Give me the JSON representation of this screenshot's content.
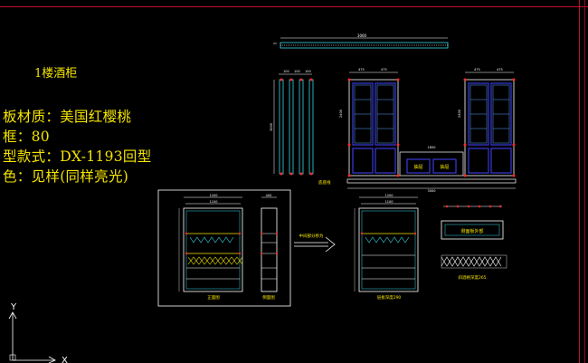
{
  "spec": {
    "title": "1楼酒柜",
    "lines": [
      "板材质：美国红樱桃",
      "框：80",
      "型款式：DX-1193回型",
      "色：见样(同样亮光)"
    ]
  },
  "drawing": {
    "top_dim": "3000",
    "side_dim": "3000",
    "cab_upper_widths": [
      "475",
      "475"
    ],
    "cab_height": "2400",
    "center_dim": "1850",
    "label_left": "底座线",
    "drawer_label_left": "抽屉",
    "drawer_label_right": "抽屉",
    "bottom_dim": "3000",
    "detail_front_width": "1200",
    "detail_front_inner": "1100",
    "detail_side_width": "400",
    "detail_front_caption": "正面图",
    "detail_side_caption": "侧面图",
    "arrow_caption": "中间部分移为",
    "detail2_width": "1200",
    "detail2_inner": "1100",
    "detail2_caption": "层板深度290",
    "panel_label": "侧面板外部",
    "lattice_caption": "斜酒格深度265"
  },
  "ucs": {
    "y_label": "Y",
    "x_label": "X"
  },
  "colors": {
    "background": "#000000",
    "spec_text": "#f5e400",
    "line_white": "#ffffff",
    "line_cyan": "#36d7e8",
    "line_green": "#2fdc4c",
    "line_red": "#ff2a2a",
    "line_blue": "#3a3ad8",
    "line_yellow": "#f5e400"
  }
}
